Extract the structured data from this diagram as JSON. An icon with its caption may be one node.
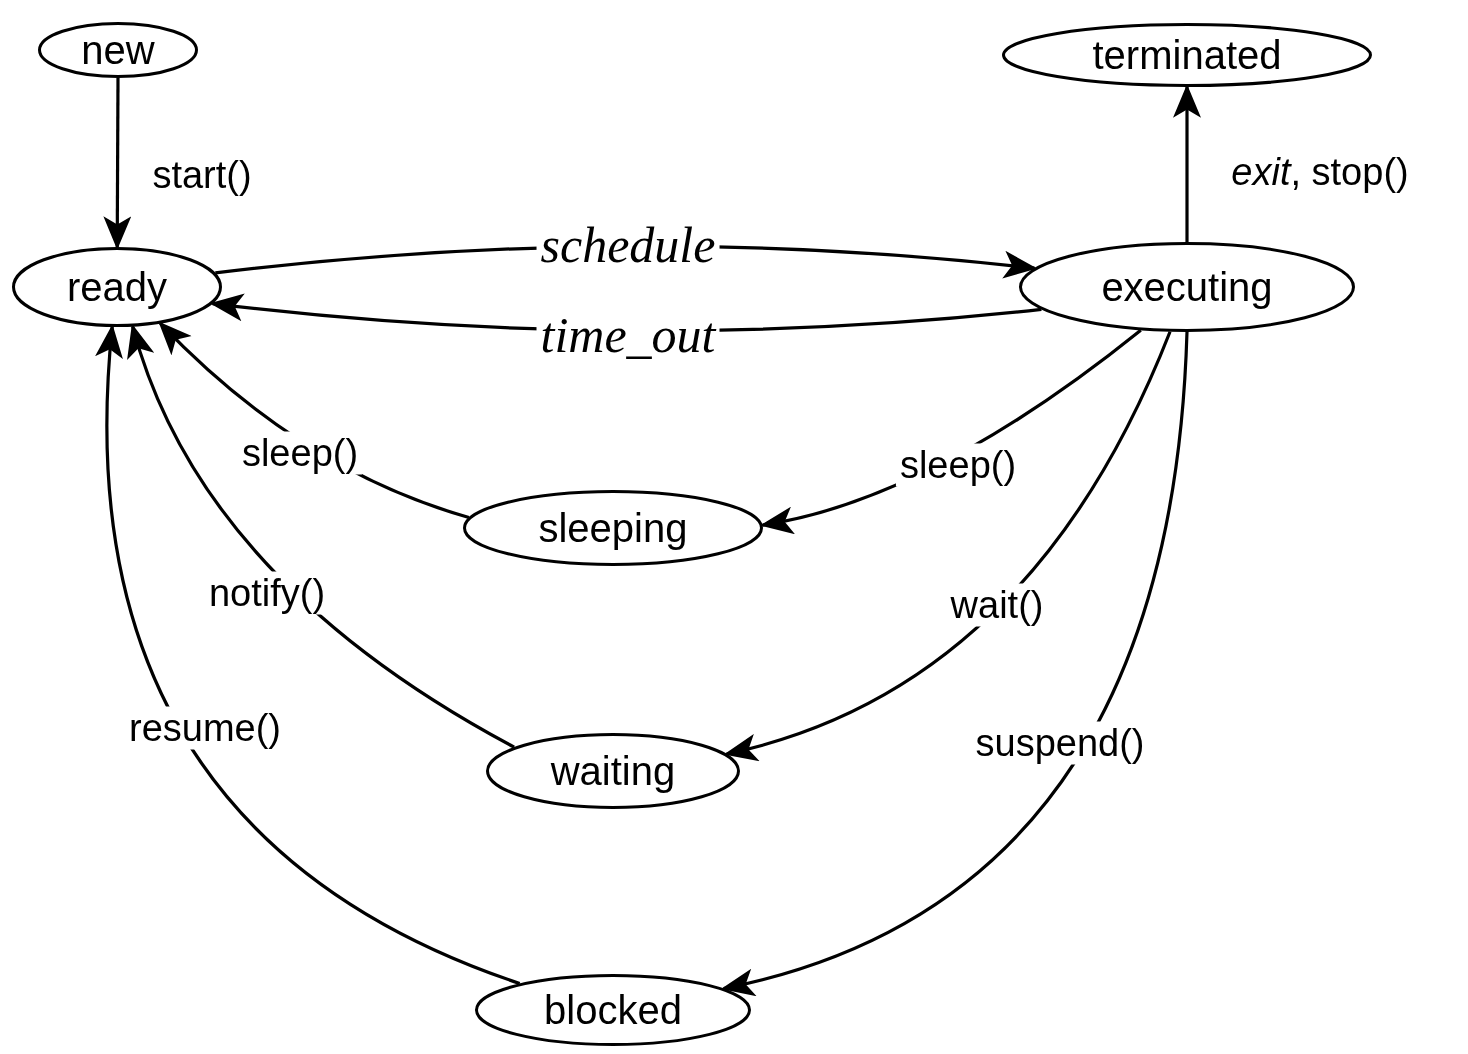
{
  "diagram": {
    "nodes": [
      {
        "text": [
          "new"
        ]
      },
      {
        "text": [
          "terminated"
        ]
      },
      {
        "text": [
          "ready"
        ]
      },
      {
        "text": [
          "executing"
        ]
      },
      {
        "text": [
          "sleeping"
        ]
      },
      {
        "text": [
          "waiting"
        ]
      },
      {
        "text": [
          "blocked"
        ]
      }
    ],
    "edges": [
      {
        "from": 0,
        "to": 2,
        "arrow": "to",
        "label": "start()"
      },
      {
        "from": 3,
        "to": 1,
        "arrow": "to",
        "label": "*exit*, stop()"
      },
      {
        "from": 2,
        "to": 3,
        "arrow": "to",
        "label": "schedule"
      },
      {
        "from": 3,
        "to": 2,
        "arrow": "to",
        "label": "time_out"
      },
      {
        "from": 4,
        "to": 2,
        "arrow": "to",
        "label": "sleep()"
      },
      {
        "from": 3,
        "to": 4,
        "arrow": "to",
        "label": "sleep()"
      },
      {
        "from": 5,
        "to": 2,
        "arrow": "to",
        "label": "notify()"
      },
      {
        "from": 3,
        "to": 5,
        "arrow": "to",
        "label": "wait()"
      },
      {
        "from": 6,
        "to": 2,
        "arrow": "to",
        "label": "resume()"
      },
      {
        "from": 3,
        "to": 6,
        "arrow": "to",
        "label": "suspend()"
      }
    ]
  }
}
